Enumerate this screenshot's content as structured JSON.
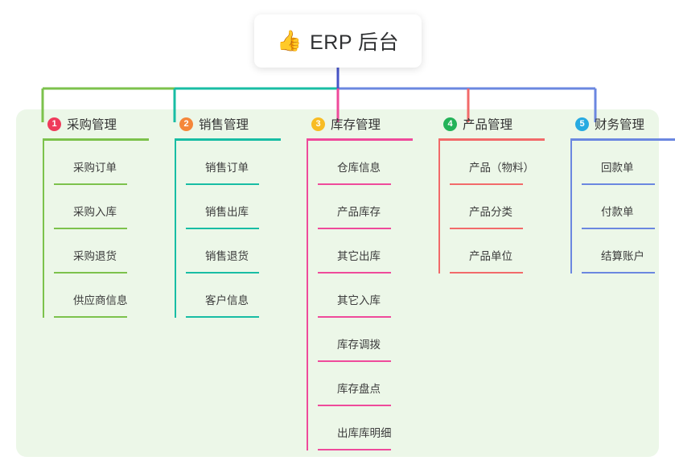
{
  "root": {
    "icon": "thumbs-up-icon",
    "icon_glyph": "👍",
    "title": "ERP 后台"
  },
  "palette": {
    "panel_background": "#ecf7e8",
    "page_background": "#ffffff",
    "trunk": "#4754c8",
    "column_1": "#7cc24c",
    "column_2": "#18bda4",
    "column_3": "#ef4a9b",
    "column_4": "#f26a6a",
    "column_5": "#6b87e0",
    "badge_1": "#ef3b5b",
    "badge_2": "#f5873a",
    "badge_3": "#f8bc24",
    "badge_4": "#24b359",
    "badge_5": "#27aae1"
  },
  "columns": [
    {
      "number": "1",
      "title": "采购管理",
      "line_color": "#7cc24c",
      "badge_color": "#ef3b5b",
      "items": [
        {
          "label": "采购订单"
        },
        {
          "label": "采购入库"
        },
        {
          "label": "采购退货"
        },
        {
          "label": "供应商信息"
        }
      ]
    },
    {
      "number": "2",
      "title": "销售管理",
      "line_color": "#18bda4",
      "badge_color": "#f5873a",
      "items": [
        {
          "label": "销售订单"
        },
        {
          "label": "销售出库"
        },
        {
          "label": "销售退货"
        },
        {
          "label": "客户信息"
        }
      ]
    },
    {
      "number": "3",
      "title": "库存管理",
      "line_color": "#ef4a9b",
      "badge_color": "#f8bc24",
      "items": [
        {
          "label": "仓库信息"
        },
        {
          "label": "产品库存"
        },
        {
          "label": "其它出库"
        },
        {
          "label": "其它入库"
        },
        {
          "label": "库存调拨"
        },
        {
          "label": "库存盘点"
        },
        {
          "label": "出库库明细"
        }
      ]
    },
    {
      "number": "4",
      "title": "产品管理",
      "line_color": "#f26a6a",
      "badge_color": "#24b359",
      "items": [
        {
          "label": "产品（物料）"
        },
        {
          "label": "产品分类"
        },
        {
          "label": "产品单位"
        }
      ]
    },
    {
      "number": "5",
      "title": "财务管理",
      "line_color": "#6b87e0",
      "badge_color": "#27aae1",
      "items": [
        {
          "label": "回款单"
        },
        {
          "label": "付款单"
        },
        {
          "label": "结算账户"
        }
      ]
    }
  ]
}
